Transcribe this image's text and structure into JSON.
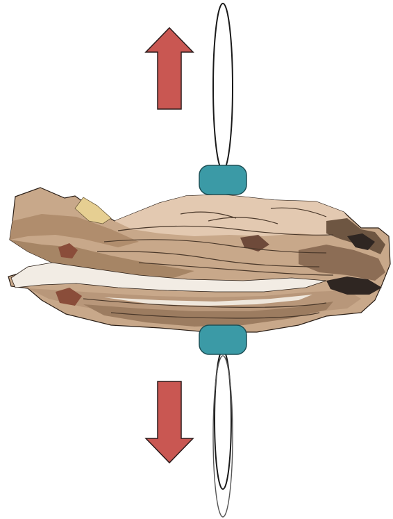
{
  "title": "",
  "colors": {
    "background": "#ffffff",
    "arrow": "#c95752",
    "arrow_outline": "#2a1a1a",
    "clip": "#3b9aa6",
    "clip_outline": "#1c4f56",
    "shell_base": "#c8a88a",
    "shell_light": "#e3c9b1",
    "shell_mid": "#a68565",
    "shell_dark": "#6e5642",
    "shell_darkest": "#2f2622",
    "shell_highlight": "#f2ece4",
    "shell_yellow": "#e6cf92",
    "shell_rust": "#8a4d3a",
    "wire": "#1a1a1a"
  },
  "icons": {
    "top_arrow": "arrow-up-icon",
    "bottom_arrow": "arrow-down-icon",
    "shell": "oyster-shell",
    "top_clip": "clamp-icon",
    "bottom_clip": "clamp-icon",
    "top_loop": "wire-loop",
    "bottom_loop": "wire-loop"
  }
}
